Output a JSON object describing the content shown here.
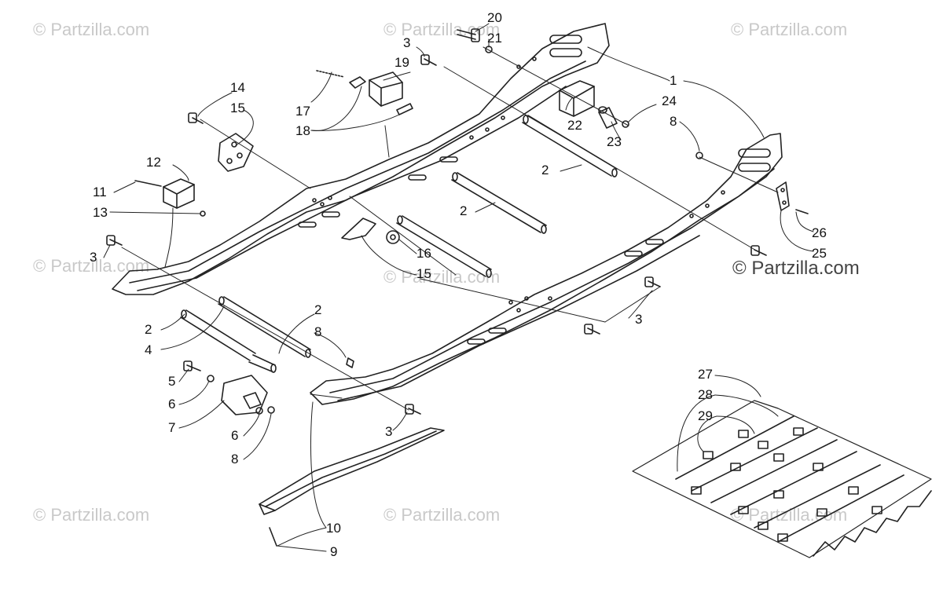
{
  "watermarks": {
    "top_left": "© Partzilla.com",
    "top_center": "© Partzilla.com",
    "top_right": "© Partzilla.com",
    "mid_left": "© Partzilla.com",
    "mid_center": "© Partzilla.com",
    "right_strong": "© Partzilla.com",
    "bottom_left": "© Partzilla.com",
    "bottom_center": "© Partzilla.com",
    "bottom_right": "© Partzilla.com"
  },
  "callouts": {
    "c20": "20",
    "c21": "21",
    "c3a": "3",
    "c19": "19",
    "c1": "1",
    "c14": "14",
    "c15a": "15",
    "c17": "17",
    "c18": "18",
    "c22": "22",
    "c24": "24",
    "c23": "23",
    "c8a": "8",
    "c12": "12",
    "c11": "11",
    "c13": "13",
    "c2a": "2",
    "c2b": "2",
    "c26": "26",
    "c25": "25",
    "c3b": "3",
    "c16": "16",
    "c15b": "15",
    "c2c": "2",
    "c2d": "2",
    "c8b": "8",
    "c4": "4",
    "c3c": "3",
    "c5": "5",
    "c6a": "6",
    "c7": "7",
    "c6b": "6",
    "c8c": "8",
    "c3d": "3",
    "c27": "27",
    "c28": "28",
    "c29": "29",
    "c10": "10",
    "c9": "9",
    "c3e": "3"
  },
  "colors": {
    "line": "#222222",
    "watermark": "#c9c9c9"
  }
}
